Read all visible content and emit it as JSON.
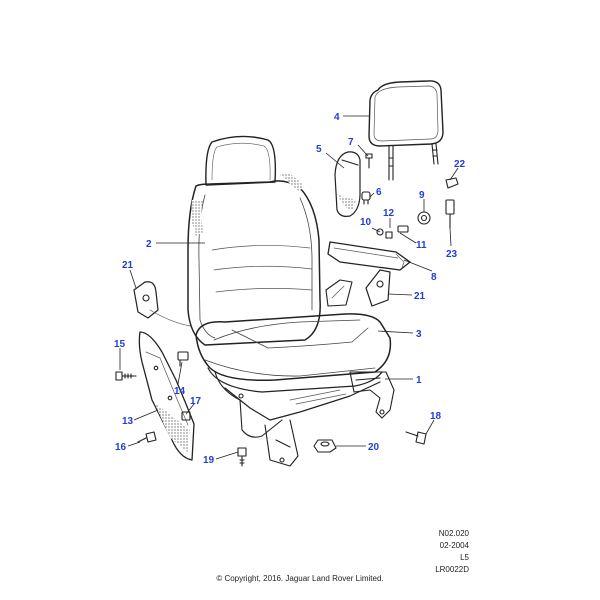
{
  "callouts": [
    "1",
    "2",
    "3",
    "4",
    "5",
    "6",
    "7",
    "8",
    "9",
    "10",
    "11",
    "12",
    "13",
    "14",
    "15",
    "16",
    "17",
    "18",
    "19",
    "20",
    "21",
    "21",
    "22",
    "23"
  ],
  "reference": {
    "code": "N02.020",
    "date": "02-2004",
    "level": "L5",
    "drawing_id": "LR0022D"
  },
  "copyright": "© Copyright, 2016. Jaguar Land Rover Limited.",
  "colors": {
    "callout": "#1f3fd6",
    "line": "#222222",
    "shade": "#d9d9d9"
  }
}
